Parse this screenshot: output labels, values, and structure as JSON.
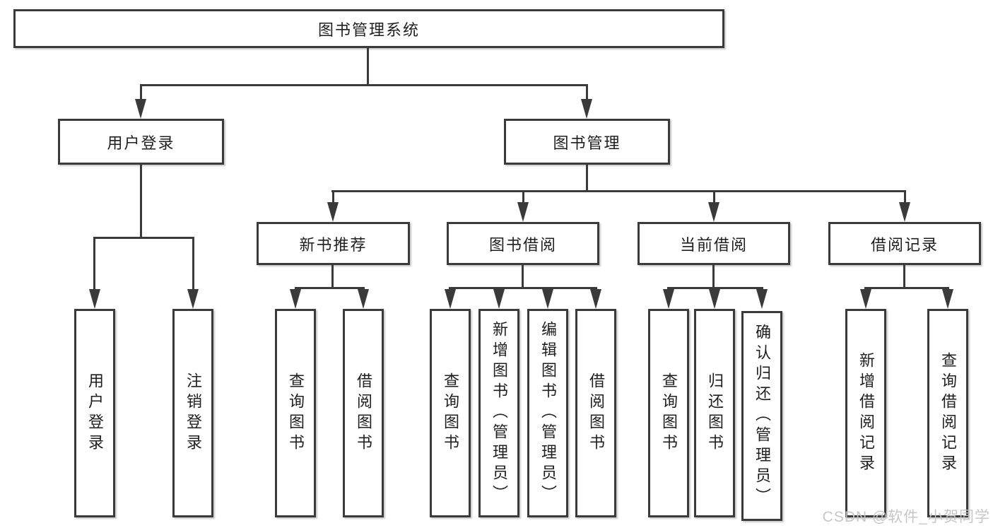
{
  "colors": {
    "line": "#3a3a3a",
    "box_border": "#3b3b3b",
    "box_fill": "#ffffff",
    "text": "#1f1f1f",
    "watermark": "#c4c4c4",
    "background": "#ffffff"
  },
  "watermark": {
    "text": "CSDN @软件_小贺同学"
  },
  "tree": {
    "label": "图书管理系统",
    "children": [
      {
        "label": "用户登录",
        "children": [
          {
            "label": "用户登录"
          },
          {
            "label": "注销登录"
          }
        ]
      },
      {
        "label": "图书管理",
        "children": [
          {
            "label": "新书推荐",
            "children": [
              {
                "label": "查询图书"
              },
              {
                "label": "借阅图书"
              }
            ]
          },
          {
            "label": "图书借阅",
            "children": [
              {
                "label": "查询图书"
              },
              {
                "label": "新增图书（管理员）"
              },
              {
                "label": "编辑图书（管理员）"
              },
              {
                "label": "借阅图书"
              }
            ]
          },
          {
            "label": "当前借阅",
            "children": [
              {
                "label": "查询图书"
              },
              {
                "label": "归还图书"
              },
              {
                "label": "确认归还（管理员）"
              }
            ]
          },
          {
            "label": "借阅记录",
            "children": [
              {
                "label": "新增借阅记录"
              },
              {
                "label": "查询借阅记录"
              }
            ]
          }
        ]
      }
    ]
  }
}
